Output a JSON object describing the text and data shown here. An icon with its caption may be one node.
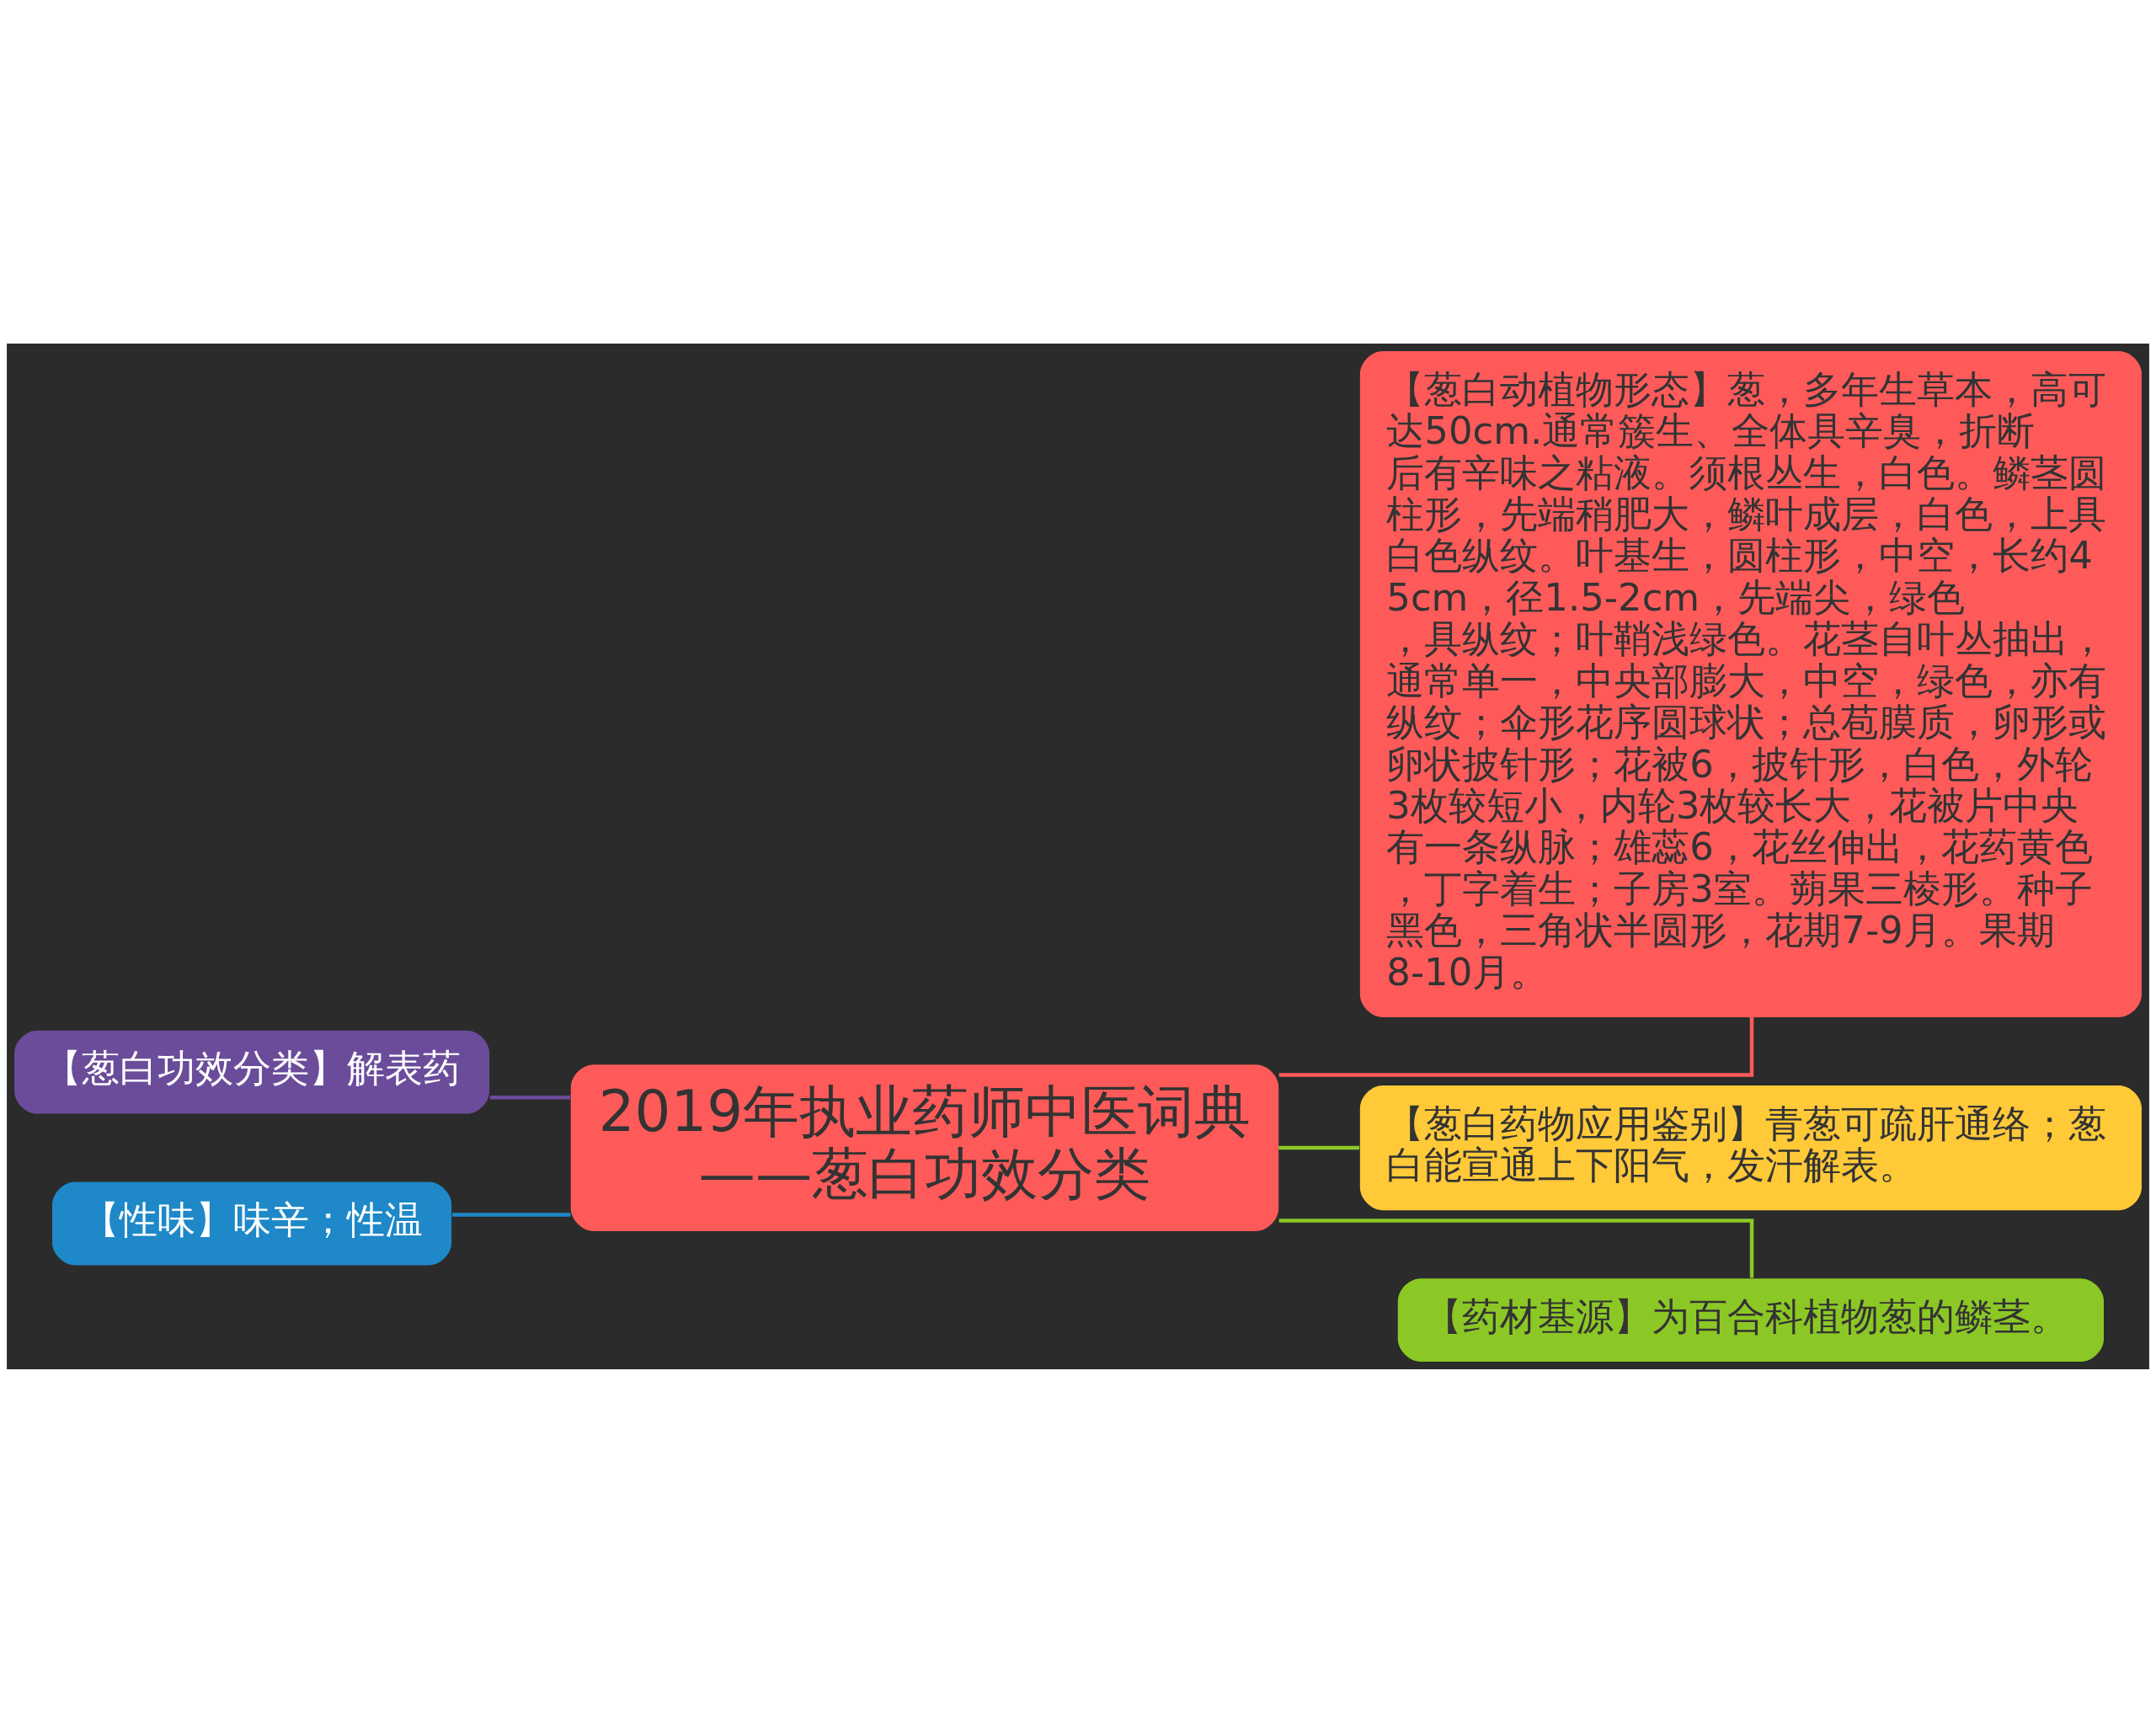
{
  "diagram": {
    "nodes": [
      {
        "text": [
          "2019年执业药师中医词典——葱白功效分类"
        ]
      },
      {
        "text": [
          "【葱白功效分类】解表药"
        ]
      },
      {
        "text": [
          "【性味】味辛；性温"
        ]
      },
      {
        "text": [
          "【葱白动植物形态】葱，多年生草本，高可达50cm.通常簇生、全体具辛臭，折断后有辛味之粘液。须根丛生，白色。鳞茎圆柱形，先端稍肥大，鳞叶成层，白色，上具白色纵纹。叶基生，圆柱形，中空，长约45cm，径1.5-2cm，先端尖，绿色，具纵纹；叶鞘浅绿色。花茎自叶丛抽出，通常单一，中央部膨大，中空，绿色，亦有纵纹；伞形花序圆球状；总苞膜质，卵形或卵状披针形；花被6，披针形，白色，外轮3枚较短小，内轮3枚较长大，花被片中央有一条纵脉；雄蕊6，花丝伸出，花药黄色，丁字着生；子房3室。蒴果三棱形。种子黑色，三角状半圆形，花期7-9月。果期8-10月。"
        ]
      },
      {
        "text": [
          "【葱白药物应用鉴别】青葱可疏肝通络；葱白能宣通上下阳气，发汗解表。"
        ]
      },
      {
        "text": [
          "【药材基源】为百合科植物葱的鳞茎。"
        ]
      }
    ],
    "edges": [
      {
        "from": 0,
        "to": 1,
        "arrow": "none",
        "color": "#6b4c9a"
      },
      {
        "from": 0,
        "to": 2,
        "arrow": "none",
        "color": "#1e88c8"
      },
      {
        "from": 0,
        "to": 3,
        "arrow": "none",
        "color": "#ff5a5a"
      },
      {
        "from": 0,
        "to": 4,
        "arrow": "none",
        "color": "#8cc825"
      },
      {
        "from": 0,
        "to": 5,
        "arrow": "none",
        "color": "#8cc825"
      }
    ]
  }
}
